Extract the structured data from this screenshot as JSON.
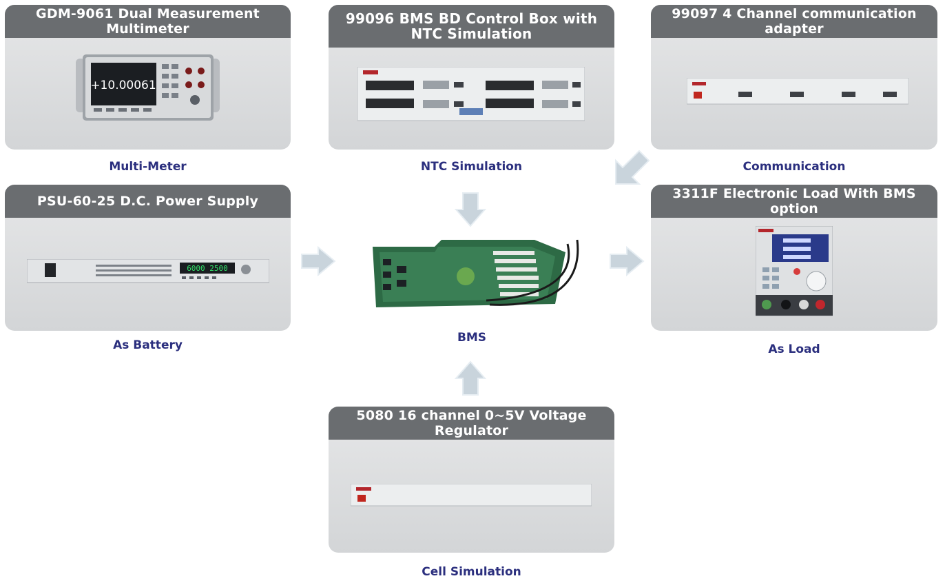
{
  "cards": {
    "multimeter": {
      "title": "GDM-9061 Dual Measurement Multimeter",
      "caption": "Multi-Meter",
      "display": "+10.00061"
    },
    "ntc": {
      "title": "99096  BMS BD Control  Box with NTC Simulation",
      "caption": "NTC Simulation"
    },
    "comm": {
      "title": "99097 4 Channel communication adapter",
      "caption": "Communication"
    },
    "psu": {
      "title": "PSU-60-25  D.C. Power Supply",
      "caption": "As Battery",
      "display": "6000 2500"
    },
    "load": {
      "title": "3311F Electronic Load With BMS option",
      "caption": "As Load"
    },
    "regulator": {
      "title": "5080 16 channel 0~5V Voltage Regulator",
      "caption": "Cell Simulation"
    }
  },
  "bms": {
    "caption": "BMS"
  },
  "colors": {
    "card_header": "#6a6d70",
    "caption": "#2b2f7e",
    "arrow": "#c9d4dc"
  }
}
